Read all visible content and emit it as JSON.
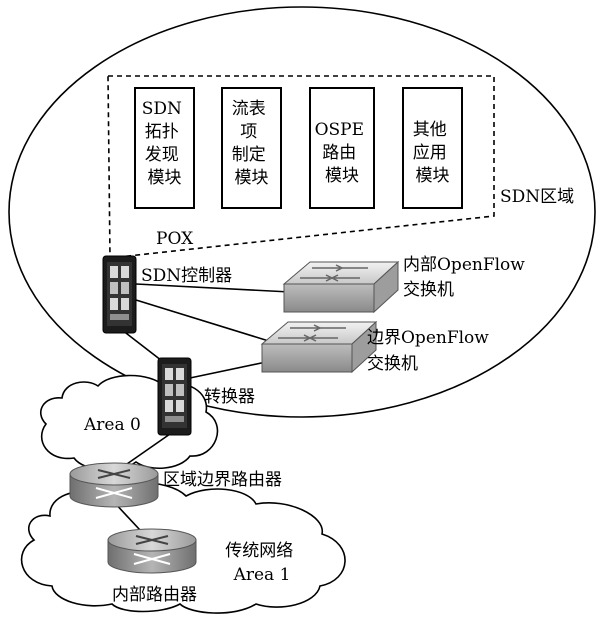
{
  "modules": [
    {
      "lines": [
        "SDN",
        "拓扑",
        "发现",
        "模块"
      ]
    },
    {
      "lines": [
        "流表",
        "项",
        "制定",
        "模块"
      ]
    },
    {
      "lines": [
        "OSPE",
        "路由",
        "模块"
      ]
    },
    {
      "lines": [
        "其他",
        "应用",
        "模块"
      ]
    }
  ],
  "labels": {
    "pox": "POX",
    "sdn_domain": "SDN区域",
    "sdn_controller": "SDN控制器",
    "internal_openflow_switch": [
      "内部OpenFlow",
      "交换机"
    ],
    "border_openflow_switch": [
      "边界OpenFlow",
      "交换机"
    ],
    "converter": "转换器",
    "area0": "Area 0",
    "area_border_router": "区域边界路由器",
    "legacy_network": [
      "传统网络",
      "Area 1"
    ],
    "internal_router": "内部路由器"
  }
}
